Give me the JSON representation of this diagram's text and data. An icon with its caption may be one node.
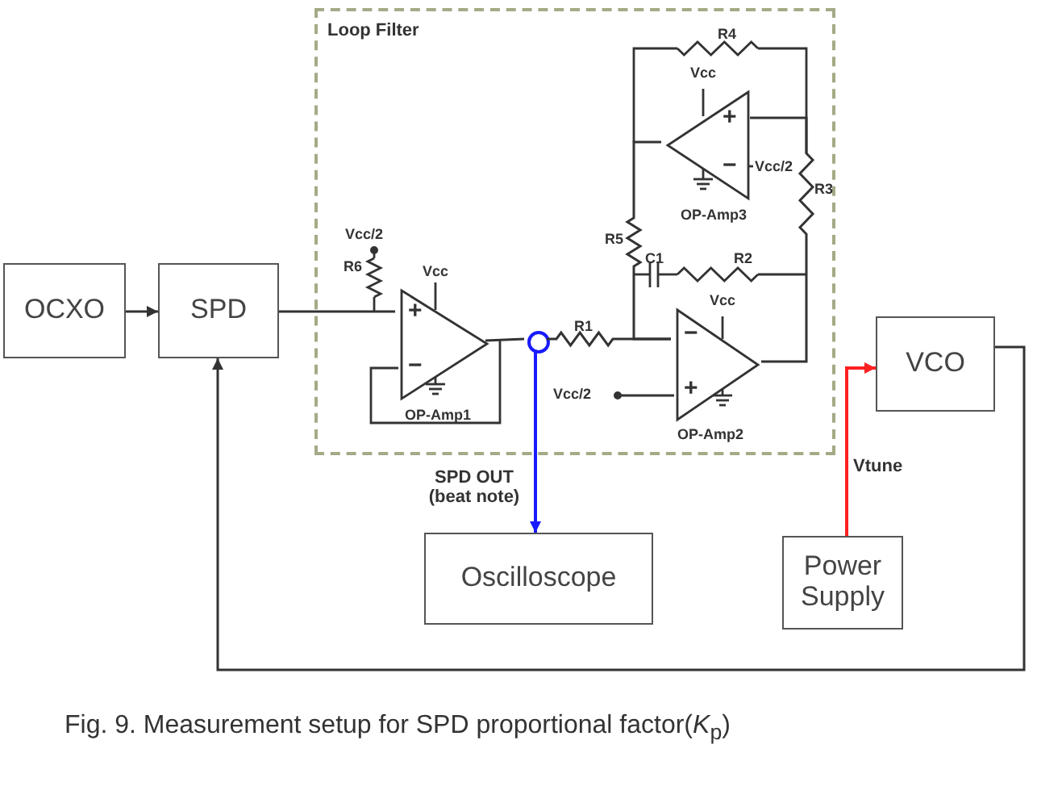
{
  "diagram": {
    "caption": "Fig. 9. Measurement setup for SPD proportional factor(*K*$_{p}$)",
    "nodes": [
      {
        "text": [
          "Loop Filter"
        ]
      },
      {
        "text": [
          "OCXO"
        ]
      },
      {
        "text": [
          "SPD"
        ]
      },
      {
        "text": [
          "VCO"
        ]
      },
      {
        "text": [
          "Oscilloscope"
        ]
      },
      {
        "text": [
          "Power Supply"
        ]
      },
      {
        "text": [
          "+",
          "−",
          "OP-Amp1"
        ],
        "beside": [
          "Vcc"
        ],
        "in": 0
      },
      {
        "text": [
          "−",
          "+",
          "OP-Amp2"
        ],
        "beside": [
          "Vcc"
        ],
        "in": 0
      },
      {
        "text": [
          "+",
          "−",
          "OP-Amp3"
        ],
        "beside": [
          "Vcc",
          "Vcc/2"
        ],
        "in": 0
      },
      {
        "text": [],
        "shape": "circle",
        "in": 0
      }
    ],
    "edges": [
      {
        "from": 1,
        "to": 2,
        "arrow": "to"
      },
      {
        "from": 2,
        "to": 6,
        "arrow": "none"
      },
      {
        "from": 6,
        "to": 9,
        "arrow": "none"
      },
      {
        "from": 9,
        "to": 4,
        "arrow": "to",
        "label": "SPD OUT (beat note)",
        "color": "#1a1aff"
      },
      {
        "from": 5,
        "to": 3,
        "arrow": "to",
        "label": "Vtune",
        "color": "#ff2020"
      },
      {
        "from": 3,
        "to": 2,
        "arrow": "to"
      },
      {
        "from": 9,
        "to": 7,
        "arrow": "none"
      },
      {
        "from": 8,
        "to": 7,
        "arrow": "none"
      },
      {
        "from": 7,
        "to": 8,
        "arrow": "none"
      }
    ],
    "labels": [
      "R4",
      "Vcc/2",
      "R6",
      "R5",
      "R3",
      "C1",
      "R2",
      "R1",
      "Vcc/2"
    ]
  }
}
